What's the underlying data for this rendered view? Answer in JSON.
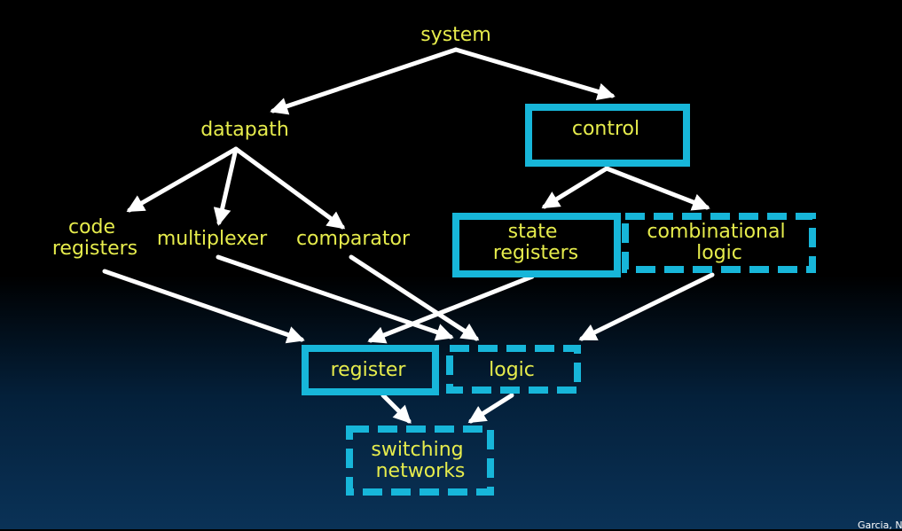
{
  "colors": {
    "label": "#e6ec4c",
    "box": "#17b6d9",
    "arrow": "#ffffff"
  },
  "nodes": {
    "system": {
      "lines": [
        "system"
      ]
    },
    "datapath": {
      "lines": [
        "datapath"
      ]
    },
    "control": {
      "lines": [
        "control"
      ]
    },
    "code_registers": {
      "lines": [
        "code",
        "registers"
      ]
    },
    "multiplexer": {
      "lines": [
        "multiplexer"
      ]
    },
    "comparator": {
      "lines": [
        "comparator"
      ]
    },
    "state_registers": {
      "lines": [
        "state",
        "registers"
      ]
    },
    "combinational_logic": {
      "lines": [
        "combinational",
        "logic"
      ]
    },
    "register": {
      "lines": [
        "register"
      ]
    },
    "logic": {
      "lines": [
        "logic"
      ]
    },
    "switching_networks": {
      "lines": [
        "switching",
        "networks"
      ]
    }
  },
  "edges": [
    [
      "system",
      "datapath"
    ],
    [
      "system",
      "control"
    ],
    [
      "datapath",
      "code_registers"
    ],
    [
      "datapath",
      "multiplexer"
    ],
    [
      "datapath",
      "comparator"
    ],
    [
      "control",
      "state_registers"
    ],
    [
      "control",
      "combinational_logic"
    ],
    [
      "code_registers",
      "register"
    ],
    [
      "multiplexer",
      "logic"
    ],
    [
      "comparator",
      "logic"
    ],
    [
      "state_registers",
      "register"
    ],
    [
      "combinational_logic",
      "logic"
    ],
    [
      "register",
      "switching_networks"
    ],
    [
      "logic",
      "switching_networks"
    ]
  ],
  "credit": "Garcia, Nik"
}
